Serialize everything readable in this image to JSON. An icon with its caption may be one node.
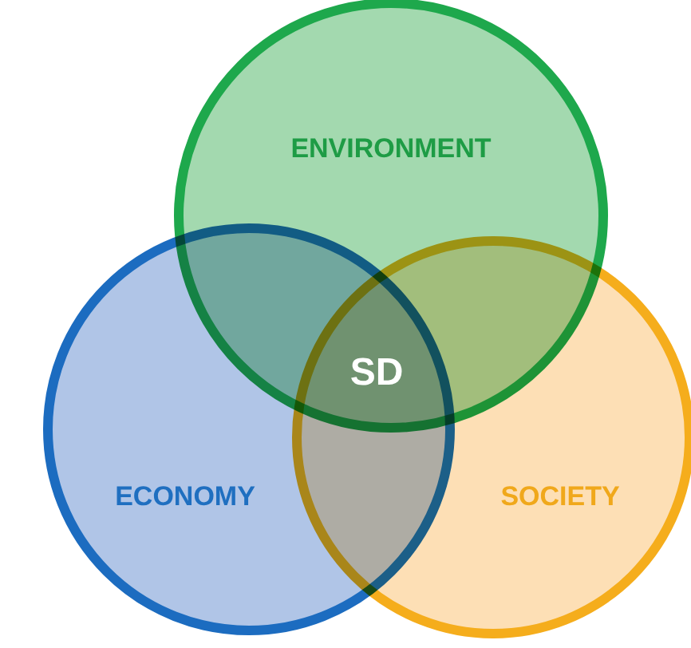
{
  "diagram": {
    "nodes": [
      {
        "text": [
          "ENVIRONMENT"
        ]
      },
      {
        "text": [
          "ECONOMY"
        ]
      },
      {
        "text": [
          "SOCIETY"
        ]
      }
    ],
    "labels": [
      "SD"
    ]
  }
}
